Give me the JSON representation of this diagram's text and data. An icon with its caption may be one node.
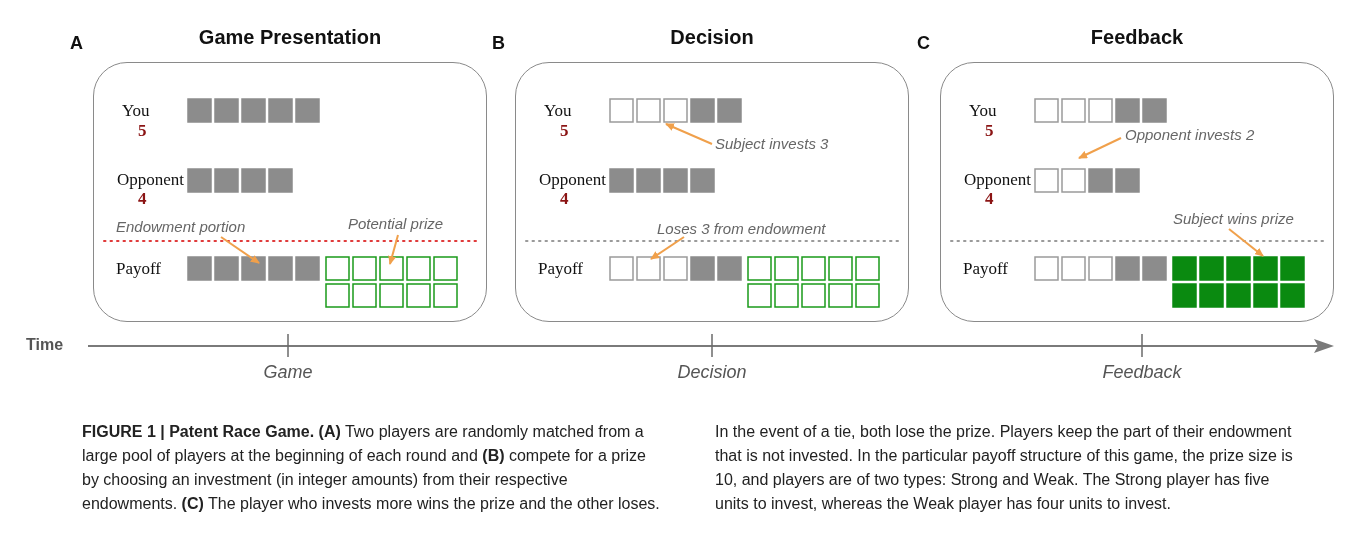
{
  "diagram": {
    "caption": "**FIGURE 1 | Patent Race Game. (A)** Two players are randomly matched from a large pool of players at the beginning of each round and **(B)** compete for a prize by choosing an investment (in integer amounts) from their respective endowments. **(C)** The player who invests more wins the prize and the other loses. In the event of a tie, both lose the prize. Players keep the part of their endowment that is not invested. In the particular payoff structure of this game, the prize size is 10, and players are of two types: Strong and Weak. The Strong player has five units to invest, whereas the Weak player has four units to invest.",
    "nodes": [
      {
        "text": [
          "Game Presentation"
        ],
        "beside": [
          "A"
        ]
      },
      {
        "text": [
          "Endowment portion"
        ],
        "in": 0
      },
      {
        "text": [
          "Potential prize"
        ],
        "in": 0
      },
      {
        "text": [
          "Decision"
        ],
        "beside": [
          "B"
        ]
      },
      {
        "text": [
          "Subject invests 3"
        ],
        "in": 3
      },
      {
        "text": [
          "Loses 3 from endowment"
        ],
        "in": 3
      },
      {
        "text": [
          "Feedback"
        ],
        "beside": [
          "C"
        ]
      },
      {
        "text": [
          "Opponent invests 2"
        ],
        "in": 6
      },
      {
        "text": [
          "Subject wins prize"
        ],
        "in": 6
      }
    ],
    "edges": [
      {
        "from": 1,
        "to": null,
        "arrow": "to"
      },
      {
        "from": 2,
        "to": null,
        "arrow": "to"
      },
      {
        "from": 4,
        "to": null,
        "arrow": "to"
      },
      {
        "from": 5,
        "to": null,
        "arrow": "to"
      },
      {
        "from": 7,
        "to": null,
        "arrow": "to"
      },
      {
        "from": 8,
        "to": null,
        "arrow": "to"
      }
    ],
    "labels": [
      "You",
      "5",
      "Opponent",
      "4",
      "Payoff",
      "You",
      "5",
      "Opponent",
      "4",
      "Payoff",
      "You",
      "5",
      "Opponent",
      "4",
      "Payoff",
      "Time",
      "Game",
      "Decision",
      "Feedback"
    ]
  }
}
